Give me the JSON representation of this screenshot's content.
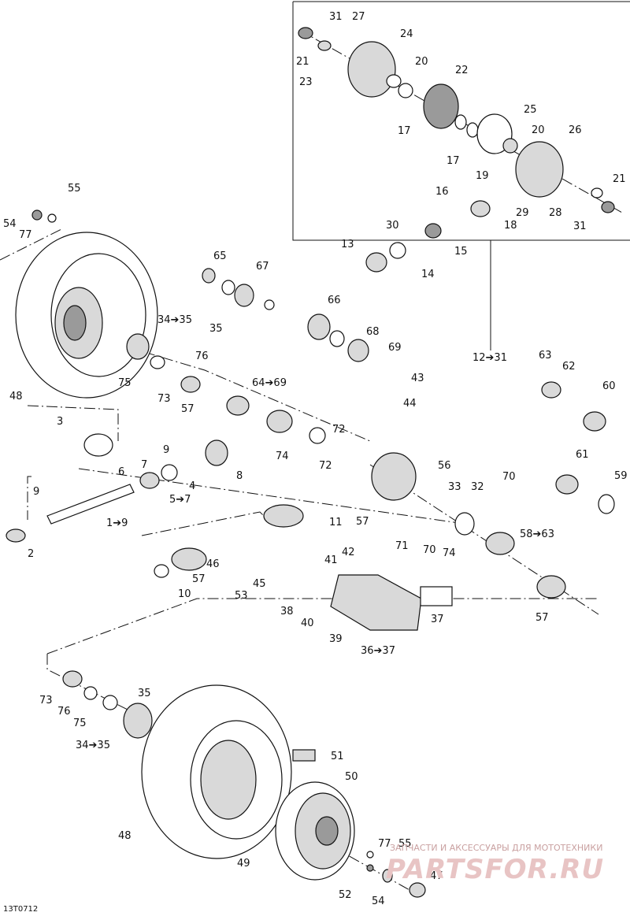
{
  "drawing_ref": "13T0712",
  "watermark": {
    "tagline": "ЗАПЧАСТИ И АКСЕССУАРЫ ДЛЯ МОТОТЕХНИКИ",
    "brand": "PARTSFOR.RU"
  },
  "callouts": [
    {
      "id": "c31a",
      "text": "31"
    },
    {
      "id": "c27",
      "text": "27"
    },
    {
      "id": "c24",
      "text": "24"
    },
    {
      "id": "c21a",
      "text": "21"
    },
    {
      "id": "c20a",
      "text": "20"
    },
    {
      "id": "c23",
      "text": "23"
    },
    {
      "id": "c22",
      "text": "22"
    },
    {
      "id": "c17a",
      "text": "17"
    },
    {
      "id": "c25",
      "text": "25"
    },
    {
      "id": "c17b",
      "text": "17"
    },
    {
      "id": "c20b",
      "text": "20"
    },
    {
      "id": "c26",
      "text": "26"
    },
    {
      "id": "c19",
      "text": "19"
    },
    {
      "id": "c16",
      "text": "16"
    },
    {
      "id": "c21b",
      "text": "21"
    },
    {
      "id": "c29",
      "text": "29"
    },
    {
      "id": "c28",
      "text": "28"
    },
    {
      "id": "c18",
      "text": "18"
    },
    {
      "id": "c31b",
      "text": "31"
    },
    {
      "id": "c30",
      "text": "30"
    },
    {
      "id": "c13",
      "text": "13"
    },
    {
      "id": "c15",
      "text": "15"
    },
    {
      "id": "c14",
      "text": "14"
    },
    {
      "id": "c55a",
      "text": "55"
    },
    {
      "id": "c54a",
      "text": "54"
    },
    {
      "id": "c77a",
      "text": "77"
    },
    {
      "id": "c65",
      "text": "65"
    },
    {
      "id": "c67",
      "text": "67"
    },
    {
      "id": "c66",
      "text": "66"
    },
    {
      "id": "c34a",
      "text": "34➔35"
    },
    {
      "id": "c35a",
      "text": "35"
    },
    {
      "id": "c68",
      "text": "68"
    },
    {
      "id": "c69",
      "text": "69"
    },
    {
      "id": "c12",
      "text": "12➔31"
    },
    {
      "id": "c76a",
      "text": "76"
    },
    {
      "id": "c75a",
      "text": "75"
    },
    {
      "id": "c48a",
      "text": "48"
    },
    {
      "id": "c73a",
      "text": "73"
    },
    {
      "id": "c64",
      "text": "64➔69"
    },
    {
      "id": "c43",
      "text": "43"
    },
    {
      "id": "c63",
      "text": "63"
    },
    {
      "id": "c62",
      "text": "62"
    },
    {
      "id": "c60",
      "text": "60"
    },
    {
      "id": "c57a",
      "text": "57"
    },
    {
      "id": "c44",
      "text": "44"
    },
    {
      "id": "c3",
      "text": "3"
    },
    {
      "id": "c72a",
      "text": "72"
    },
    {
      "id": "c74a",
      "text": "74"
    },
    {
      "id": "c56",
      "text": "56"
    },
    {
      "id": "c9a",
      "text": "9"
    },
    {
      "id": "c7",
      "text": "7"
    },
    {
      "id": "c61",
      "text": "61"
    },
    {
      "id": "c72b",
      "text": "72"
    },
    {
      "id": "c70a",
      "text": "70"
    },
    {
      "id": "c59",
      "text": "59"
    },
    {
      "id": "c6",
      "text": "6"
    },
    {
      "id": "c4",
      "text": "4"
    },
    {
      "id": "c8",
      "text": "8"
    },
    {
      "id": "c33",
      "text": "33"
    },
    {
      "id": "c32",
      "text": "32"
    },
    {
      "id": "c9b",
      "text": "9"
    },
    {
      "id": "c57b",
      "text": "57"
    },
    {
      "id": "c5",
      "text": "5➔7"
    },
    {
      "id": "c1",
      "text": "1➔9"
    },
    {
      "id": "c11",
      "text": "11"
    },
    {
      "id": "c71",
      "text": "71"
    },
    {
      "id": "c70b",
      "text": "70"
    },
    {
      "id": "c74b",
      "text": "74"
    },
    {
      "id": "c58",
      "text": "58➔63"
    },
    {
      "id": "c2",
      "text": "2"
    },
    {
      "id": "c42",
      "text": "42"
    },
    {
      "id": "c41",
      "text": "41"
    },
    {
      "id": "c46",
      "text": "46"
    },
    {
      "id": "c45",
      "text": "45"
    },
    {
      "id": "c57c",
      "text": "57"
    },
    {
      "id": "c10",
      "text": "10"
    },
    {
      "id": "c53",
      "text": "53"
    },
    {
      "id": "c38",
      "text": "38"
    },
    {
      "id": "c40",
      "text": "40"
    },
    {
      "id": "c37",
      "text": "37"
    },
    {
      "id": "c39",
      "text": "39"
    },
    {
      "id": "c36",
      "text": "36➔37"
    },
    {
      "id": "c57d",
      "text": "57"
    },
    {
      "id": "c35b",
      "text": "35"
    },
    {
      "id": "c73b",
      "text": "73"
    },
    {
      "id": "c76b",
      "text": "76"
    },
    {
      "id": "c75b",
      "text": "75"
    },
    {
      "id": "c34b",
      "text": "34➔35"
    },
    {
      "id": "c51",
      "text": "51"
    },
    {
      "id": "c50",
      "text": "50"
    },
    {
      "id": "c48b",
      "text": "48"
    },
    {
      "id": "c49",
      "text": "49"
    },
    {
      "id": "c77b",
      "text": "77"
    },
    {
      "id": "c55b",
      "text": "55"
    },
    {
      "id": "c47",
      "text": "47"
    },
    {
      "id": "c52",
      "text": "52"
    },
    {
      "id": "c54b",
      "text": "54"
    }
  ]
}
